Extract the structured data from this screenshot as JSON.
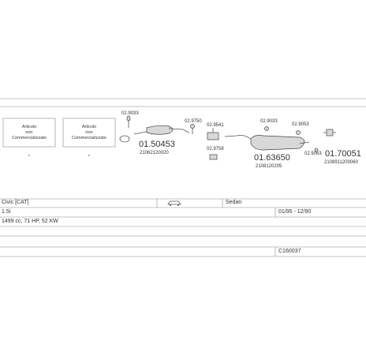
{
  "kits": [
    {
      "line1": "Articolo",
      "line2": "non",
      "line3": "Commercializzato"
    },
    {
      "line1": "Articolo",
      "line2": "non",
      "line3": "Commercializzato"
    }
  ],
  "parts": {
    "front_pipe": {
      "main": "01.50453",
      "oe": "21062120020"
    },
    "rear_silencer": {
      "main": "01.63650",
      "oe": "2108120205"
    },
    "tail": {
      "main": "01.70051",
      "oe": "2108911200060"
    }
  },
  "clamps": {
    "c1": "02.9033",
    "c2": "02.9750",
    "c3": "02.9541",
    "c4": "02.9758",
    "c5": "02.9033",
    "c6": "02.9053",
    "c7": "02.9063"
  },
  "vehicle": {
    "model": "Civic [CAT]",
    "body": "Sedan",
    "engine": "1.5i",
    "date_range": "01/95 - 12/90",
    "spec": "1499 cc, 71 HP, 52 KW",
    "ref": "C160037"
  }
}
